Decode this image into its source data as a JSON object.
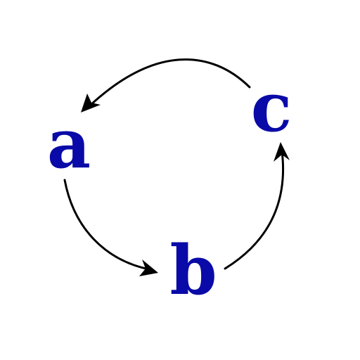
{
  "colors": {
    "node_text": "#0a0aa8",
    "edge": "#000000",
    "background": "#ffffff"
  },
  "nodes": [
    {
      "id": "a",
      "label": "a"
    },
    {
      "id": "b",
      "label": "b"
    },
    {
      "id": "c",
      "label": "c"
    }
  ],
  "edges": [
    {
      "from": "a",
      "to": "b"
    },
    {
      "from": "b",
      "to": "c"
    },
    {
      "from": "c",
      "to": "a"
    }
  ]
}
